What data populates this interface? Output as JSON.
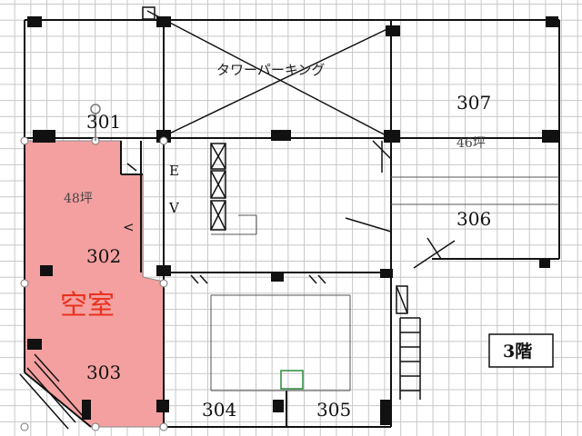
{
  "diagram": {
    "rooms": {
      "r301": {
        "number": "301"
      },
      "r302": {
        "number": "302",
        "area": "48坪",
        "status": "空室"
      },
      "r303": {
        "number": "303"
      },
      "r304": {
        "number": "304"
      },
      "r305": {
        "number": "305"
      },
      "r306": {
        "number": "306"
      },
      "r307": {
        "number": "307",
        "area": "46坪"
      }
    },
    "elevator": {
      "e": "E",
      "v": "V"
    },
    "parking_label": "タワーパーキング",
    "bracket": "<",
    "floor_label": "3階",
    "colors": {
      "vacant_fill": "#f4a0a0",
      "vacant_text": "#e8321e",
      "grid": "#c6c6c6",
      "wall": "#111111"
    }
  }
}
